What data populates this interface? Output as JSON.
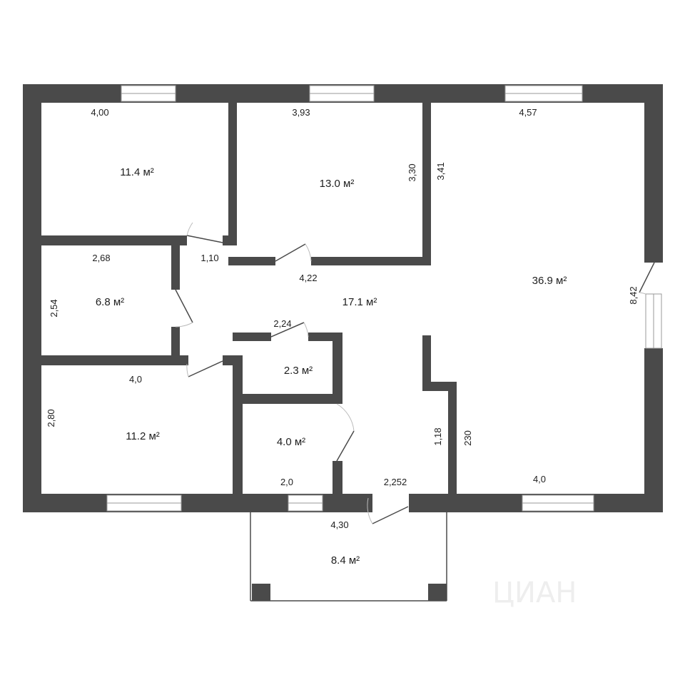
{
  "areas": {
    "bedroom_top_left": "11.4 м²",
    "bedroom_top_middle": "13.0 м²",
    "living_room": "36.9 м²",
    "small_room_left": "6.8 м²",
    "hall": "17.1 м²",
    "storage": "2.3 м²",
    "bathroom": "4.0 м²",
    "bedroom_bottom_left": "11.2 м²",
    "terrace": "8.4 м²"
  },
  "dimensions": {
    "top_left_width": "4,00",
    "top_middle_width": "3,93",
    "living_width": "4,57",
    "top_middle_height": "3,30",
    "living_height_upper": "3,41",
    "door_gap": "1,10",
    "small_room_width": "2,68",
    "hall_width": "4,22",
    "living_depth": "8,42",
    "small_room_height": "2,54",
    "storage_width": "2,24",
    "bottom_left_width": "4,0",
    "bottom_left_height": "2,80",
    "corridor_height": "1,18",
    "living_height_lower": "230",
    "bathroom_width": "2,0",
    "entry_width": "2,252",
    "living_bottom_width": "4,0",
    "terrace_width": "4,30"
  },
  "watermark": "ЦИАН",
  "colors": {
    "wall": "#4a4a4a",
    "window": "#ffffff",
    "text": "#1e1e1e"
  }
}
